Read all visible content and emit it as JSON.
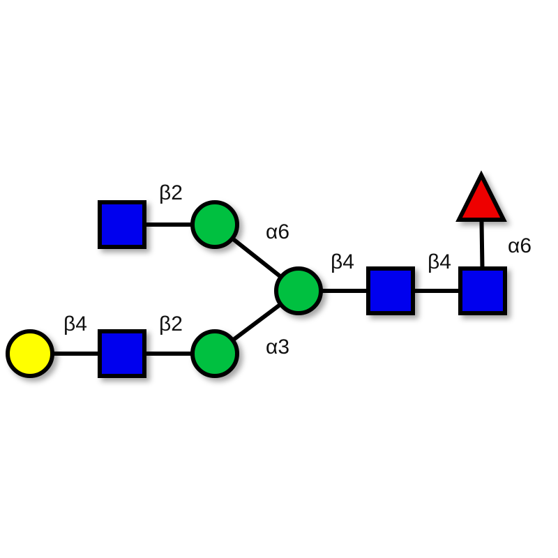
{
  "colors": {
    "GlcNAc": "#0000ee",
    "Man": "#00c040",
    "Gal": "#ffff00",
    "Fuc": "#ee0000",
    "edge": "#000000"
  },
  "nodes": [
    {
      "id": "glcnac-top",
      "type": "GlcNAc",
      "shape": "square"
    },
    {
      "id": "man-top",
      "type": "Man",
      "shape": "circle"
    },
    {
      "id": "man-core",
      "type": "Man",
      "shape": "circle"
    },
    {
      "id": "glcnac-core2",
      "type": "GlcNAc",
      "shape": "square"
    },
    {
      "id": "glcnac-reducing",
      "type": "GlcNAc",
      "shape": "square"
    },
    {
      "id": "fuc",
      "type": "Fuc",
      "shape": "triangle"
    },
    {
      "id": "gal-bottom",
      "type": "Gal",
      "shape": "circle"
    },
    {
      "id": "glcnac-bottom",
      "type": "GlcNAc",
      "shape": "square"
    },
    {
      "id": "man-bottom",
      "type": "Man",
      "shape": "circle"
    }
  ],
  "linkages": [
    {
      "from": "glcnac-top",
      "to": "man-top",
      "label": "β2"
    },
    {
      "from": "man-top",
      "to": "man-core",
      "label": "α6"
    },
    {
      "from": "man-core",
      "to": "glcnac-core2",
      "label": "β4"
    },
    {
      "from": "glcnac-core2",
      "to": "glcnac-reducing",
      "label": "β4"
    },
    {
      "from": "fuc",
      "to": "glcnac-reducing",
      "label": "α6"
    },
    {
      "from": "gal-bottom",
      "to": "glcnac-bottom",
      "label": "β4"
    },
    {
      "from": "glcnac-bottom",
      "to": "man-bottom",
      "label": "β2"
    },
    {
      "from": "man-bottom",
      "to": "man-core",
      "label": "α3"
    }
  ]
}
